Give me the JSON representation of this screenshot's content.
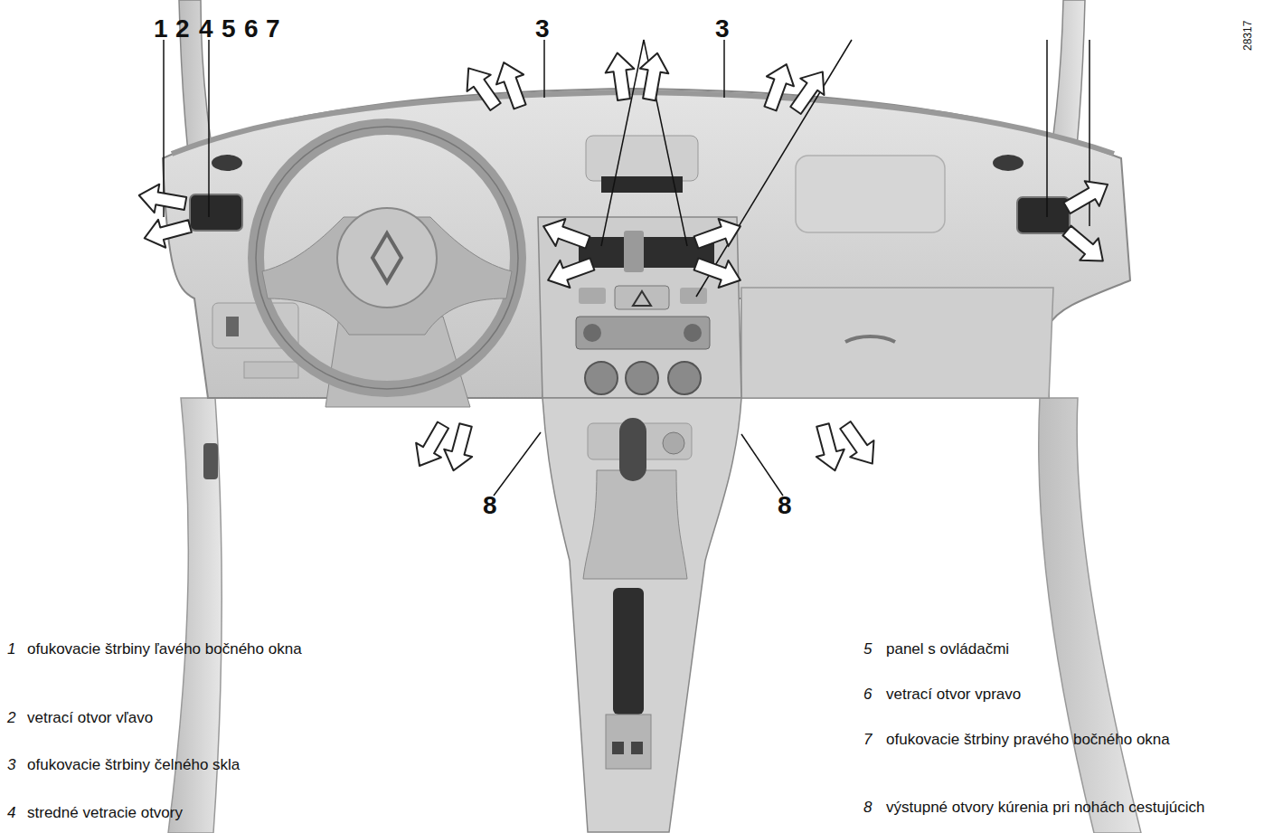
{
  "diagram": {
    "labels": [
      "1",
      "2",
      "4",
      "5",
      "6",
      "7",
      "3",
      "3",
      "8",
      "8",
      "1",
      "ofukovacie štrbiny ľavého bočného okna",
      "2",
      "vetrací otvor vľavo",
      "3",
      "ofukovacie štrbiny čelného skla",
      "4",
      "stredné vetracie otvory",
      "5",
      "panel s ovládačmi",
      "6",
      "vetrací otvor vpravo",
      "7",
      "ofukovacie štrbiny pravého bočného okna",
      "8",
      "výstupné otvory kúrenia pri nohách cestujúcich",
      "28317"
    ]
  }
}
